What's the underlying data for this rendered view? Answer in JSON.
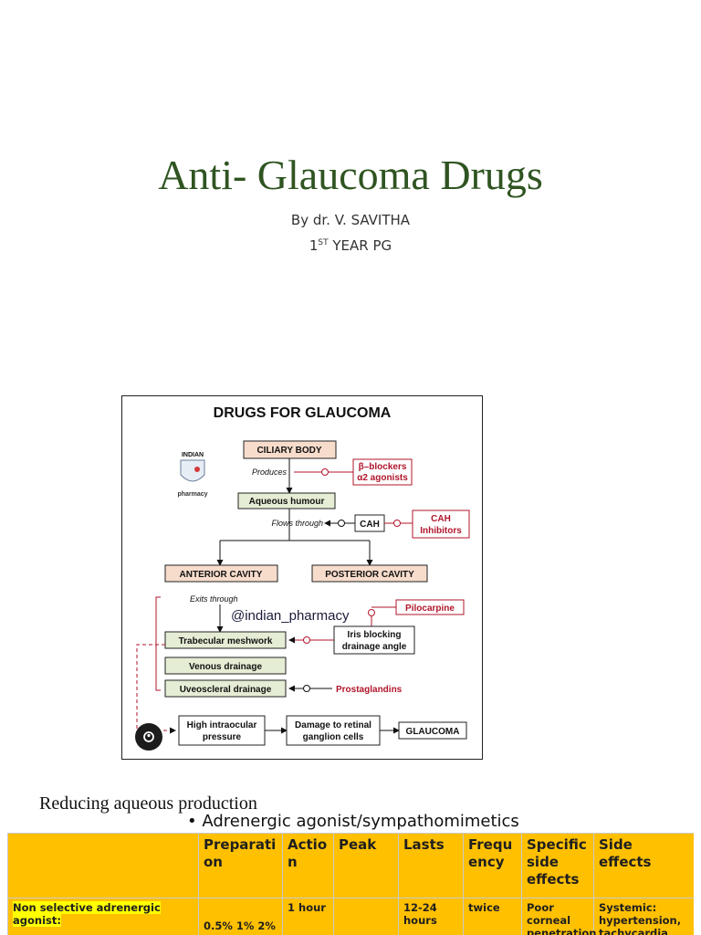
{
  "slide": {
    "title": "Anti- Glaucoma Drugs",
    "author": "By dr. V. SAVITHA",
    "year_num": "1",
    "year_sup": "ST",
    "year_rest": " YEAR PG"
  },
  "diagram": {
    "heading": "DRUGS FOR GLAUCOMA",
    "logo_top": "INDIAN",
    "logo_bottom": "pharmacy",
    "ciliary_body": "CILIARY BODY",
    "produces": "Produces",
    "beta_line1": "β–blockers",
    "beta_line2": "α2 agonists",
    "aqueous_humour": "Aqueous humour",
    "flows_through": "Flows through",
    "cah": "CAH",
    "cah_inh_line1": "CAH",
    "cah_inh_line2": "Inhibitors",
    "anterior": "ANTERIOR CAVITY",
    "posterior": "POSTERIOR CAVITY",
    "exits_through": "Exits through",
    "watermark": "@indian_pharmacy",
    "pilocarpine": "Pilocarpine",
    "trabecular": "Trabecular meshwork",
    "iris_line1": "Iris blocking",
    "iris_line2": "drainage angle",
    "venous": "Venous drainage",
    "uveoscleral": "Uveoscleral drainage",
    "prostaglandins": "Prostaglandins",
    "high_iop_line1": "High intraocular",
    "high_iop_line2": "pressure",
    "damage_line1": "Damage to retinal",
    "damage_line2": "ganglion cells",
    "glaucoma": "GLAUCOMA"
  },
  "section_heading": "Reducing aqueous production",
  "bullet": "Adrenergic agonist/sympathomimetics",
  "table": {
    "headers": [
      "",
      "Preparati on",
      "Actio n",
      "Peak",
      "Lasts",
      "Frequ ency",
      "Specific side effects",
      "Side effects"
    ],
    "row1": {
      "drug": "Non selective adrenergic agonist:",
      "preparation": "0.5% 1% 2%",
      "action": "1 hour",
      "peak": "",
      "lasts": "12-24 hours",
      "frequency": "twice",
      "specific": "Poor corneal penetration",
      "side": "Systemic: hypertension, tachycardia"
    }
  },
  "colors": {
    "title": "#2f5421",
    "table_bg": "#ffc000",
    "highlight": "#ffff00",
    "diagram_red": "#b0162b"
  }
}
